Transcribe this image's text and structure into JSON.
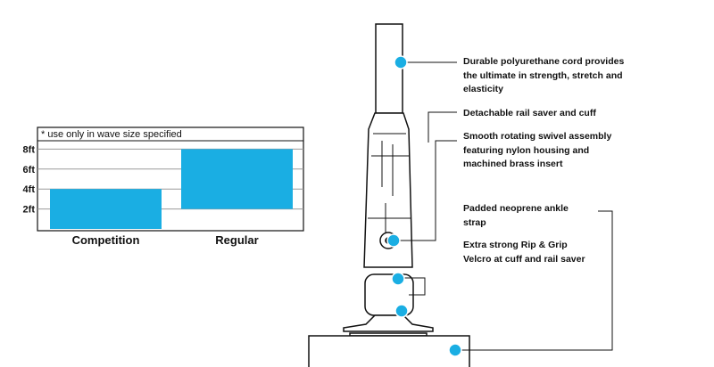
{
  "chart_data": {
    "type": "bar",
    "note": "* use only in wave size specified",
    "y_ticks": [
      "8ft",
      "6ft",
      "4ft",
      "2ft"
    ],
    "categories": [
      "Competition",
      "Regular"
    ],
    "ranges": [
      {
        "category": "Competition",
        "low": 0,
        "high": 4
      },
      {
        "category": "Regular",
        "low": 2,
        "high": 8
      }
    ],
    "ylim": [
      0,
      9
    ],
    "bar_color": "#1aaee3",
    "grid": true
  },
  "features": [
    {
      "lines": [
        "Durable polyurethane cord provides",
        "the ultimate in strength, stretch and",
        "elasticity"
      ]
    },
    {
      "lines": [
        "Detachable rail saver and cuff"
      ]
    },
    {
      "lines": [
        "Smooth rotating swivel assembly",
        "featuring nylon housing and",
        "machined brass insert"
      ]
    },
    {
      "lines": [
        "Padded neoprene ankle",
        "strap"
      ]
    },
    {
      "lines": [
        "Extra strong Rip & Grip",
        "Velcro at cuff and rail saver"
      ]
    }
  ],
  "colors": {
    "accent": "#1aaee3",
    "ink": "#111111",
    "grid": "#9a9a9a"
  }
}
